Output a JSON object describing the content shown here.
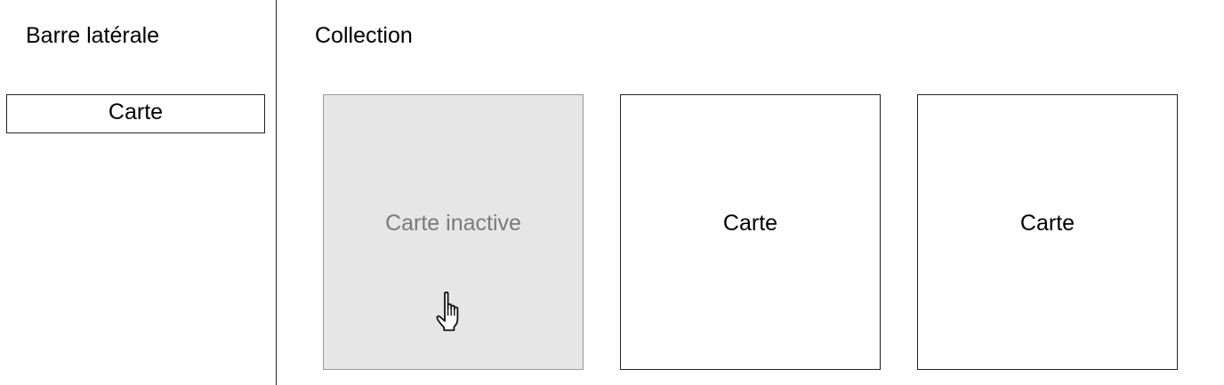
{
  "sidebar": {
    "title": "Barre latérale",
    "card_label": "Carte"
  },
  "main": {
    "title": "Collection",
    "cards": [
      {
        "label": "Carte inactive",
        "state": "inactive"
      },
      {
        "label": "Carte",
        "state": "active"
      },
      {
        "label": "Carte",
        "state": "active"
      }
    ]
  },
  "icons": {
    "cursor": "hand-pointer-icon"
  },
  "colors": {
    "inactive_background": "#e6e6e6",
    "inactive_text": "#7a7a7a",
    "border": "#222222"
  }
}
